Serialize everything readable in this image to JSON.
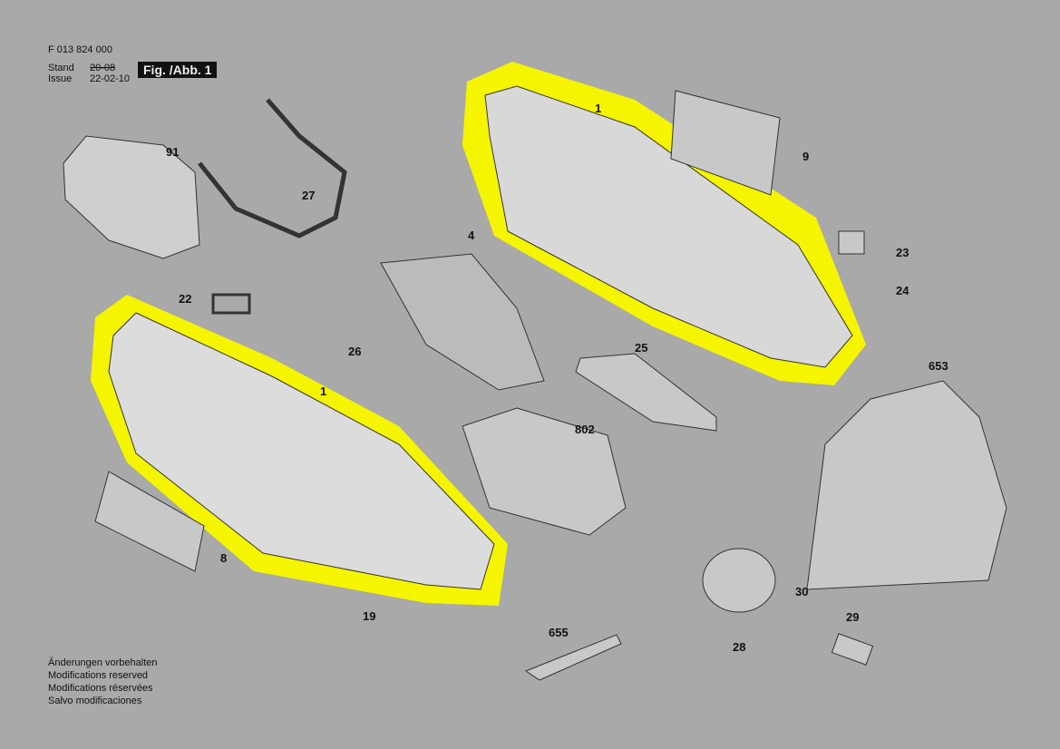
{
  "header": {
    "part_number": "F 013 824 000",
    "stand_label": "Stand",
    "issue_label": "Issue",
    "stand_date": "20-08",
    "issue_date": "22-02-10",
    "figure": "Fig. /Abb. 1"
  },
  "parts": [
    {
      "id": "1a",
      "label": "1"
    },
    {
      "id": "9",
      "label": "9"
    },
    {
      "id": "91",
      "label": "91"
    },
    {
      "id": "27",
      "label": "27"
    },
    {
      "id": "4",
      "label": "4"
    },
    {
      "id": "23",
      "label": "23"
    },
    {
      "id": "24",
      "label": "24"
    },
    {
      "id": "22",
      "label": "22"
    },
    {
      "id": "26",
      "label": "26"
    },
    {
      "id": "1b",
      "label": "1"
    },
    {
      "id": "25",
      "label": "25"
    },
    {
      "id": "653",
      "label": "653"
    },
    {
      "id": "802",
      "label": "802"
    },
    {
      "id": "8",
      "label": "8"
    },
    {
      "id": "19",
      "label": "19"
    },
    {
      "id": "30",
      "label": "30"
    },
    {
      "id": "29",
      "label": "29"
    },
    {
      "id": "28",
      "label": "28"
    },
    {
      "id": "655",
      "label": "655"
    }
  ],
  "footer": [
    "Änderungen vorbehalten",
    "Modifications reserved",
    "Modifications réservées",
    "Salvo modificaciones"
  ],
  "highlight_color": "#f5f500"
}
